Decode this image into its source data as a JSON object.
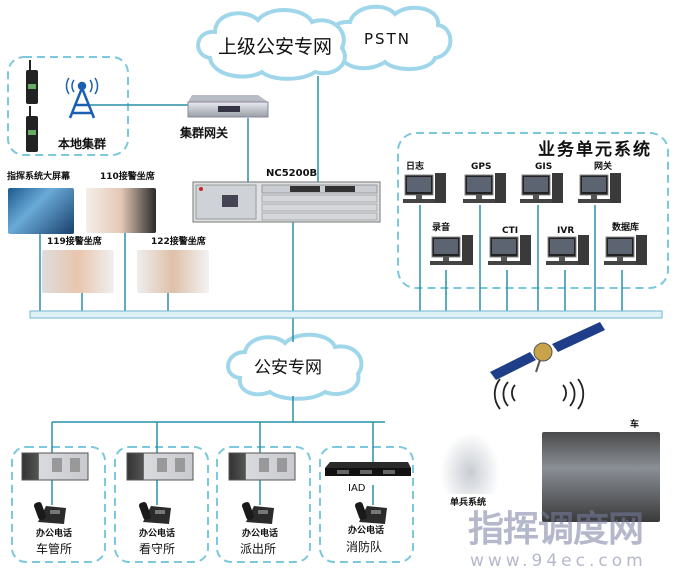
{
  "clouds": {
    "upper_police_net": "上级公安专网",
    "pstn": "PSTN",
    "police_net": "公安专网"
  },
  "trunking": {
    "group_label": "本地集群",
    "gateway_label": "集群网关"
  },
  "core_device": "NC5200B",
  "seats": {
    "big_screen": "指挥系统大屏幕",
    "seat_110": "110接警坐席",
    "seat_119": "119接警坐席",
    "seat_122": "122接警坐席"
  },
  "business_units": {
    "title": "业务单元系统",
    "row1": [
      "日志",
      "GPS",
      "GIS",
      "网关"
    ],
    "row2": [
      "录音",
      "CTI",
      "IVR",
      "数据库"
    ]
  },
  "sites": [
    {
      "phone": "办公电话",
      "name": "车管所"
    },
    {
      "phone": "办公电话",
      "name": "看守所"
    },
    {
      "phone": "办公电话",
      "name": "派出所"
    },
    {
      "phone": "办公电话",
      "name": "消防队",
      "device": "IAD"
    }
  ],
  "mobile": {
    "single_soldier": "单兵系统",
    "vehicle_partial": "车"
  },
  "watermark": {
    "title": "指挥调度网",
    "url": "www.94ec.com"
  },
  "colors": {
    "line": "#2a8fa8",
    "dashed": "#7cc8dc",
    "cloud": "#9fd6ea"
  }
}
